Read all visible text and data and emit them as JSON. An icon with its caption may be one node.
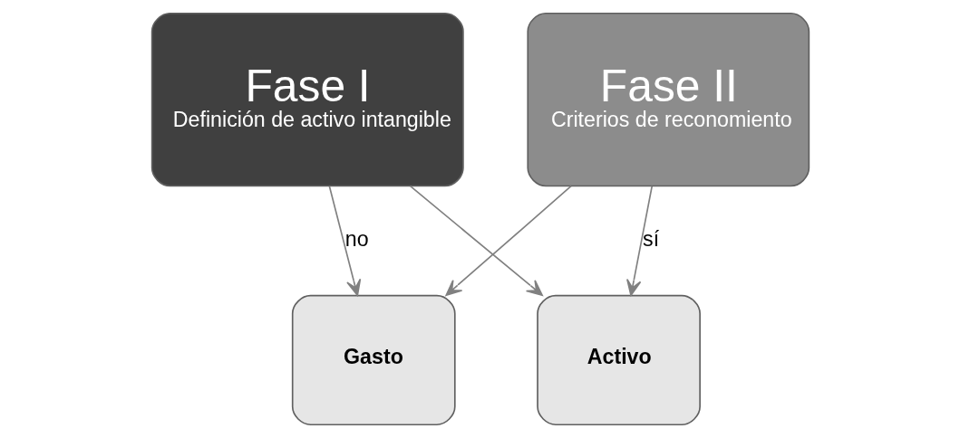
{
  "diagram": {
    "nodes": [
      {
        "text": [
          "Fase I",
          "Definición de activo intangible"
        ]
      },
      {
        "text": [
          "Fase II",
          "Criterios de reconomiento"
        ]
      },
      {
        "text": [
          "Gasto"
        ]
      },
      {
        "text": [
          "Activo"
        ]
      }
    ],
    "edges": [
      {
        "from": 0,
        "to": 2,
        "arrow": "to",
        "label": "no"
      },
      {
        "from": 0,
        "to": 3,
        "arrow": "to"
      },
      {
        "from": 1,
        "to": 2,
        "arrow": "to"
      },
      {
        "from": 1,
        "to": 3,
        "arrow": "to",
        "label": "sí"
      }
    ]
  }
}
